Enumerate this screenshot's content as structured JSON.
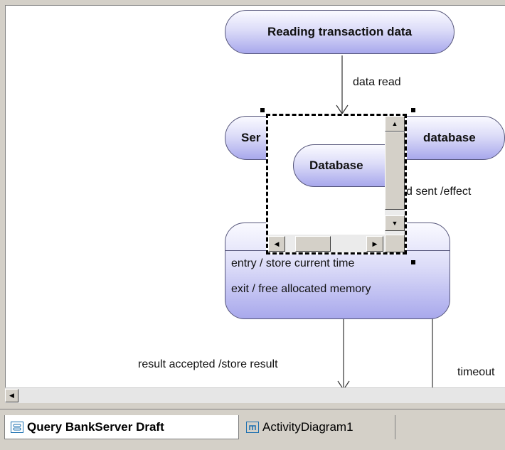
{
  "diagram": {
    "states": {
      "reading": "Reading transaction data",
      "sending_prefix": "Ser",
      "sending_suffix": "database",
      "database": "Database",
      "processing_entry": "entry / store current time",
      "processing_exit": "exit / free allocated memory"
    },
    "transitions": {
      "data_read": "data read",
      "sent_effect": "d sent /effect",
      "result_accepted": "result accepted /store result",
      "timeout": "timeout"
    }
  },
  "tabs": [
    {
      "label": "Query BankServer Draft",
      "active": true,
      "icon": "state-machine-diagram-icon"
    },
    {
      "label": "ActivityDiagram1",
      "active": false,
      "icon": "activity-diagram-icon"
    }
  ],
  "colors": {
    "state_fill_top": "#fafaff",
    "state_fill_bottom": "#a8a8ec",
    "state_border": "#55557a",
    "tab_icon": "#1a6fb0"
  }
}
